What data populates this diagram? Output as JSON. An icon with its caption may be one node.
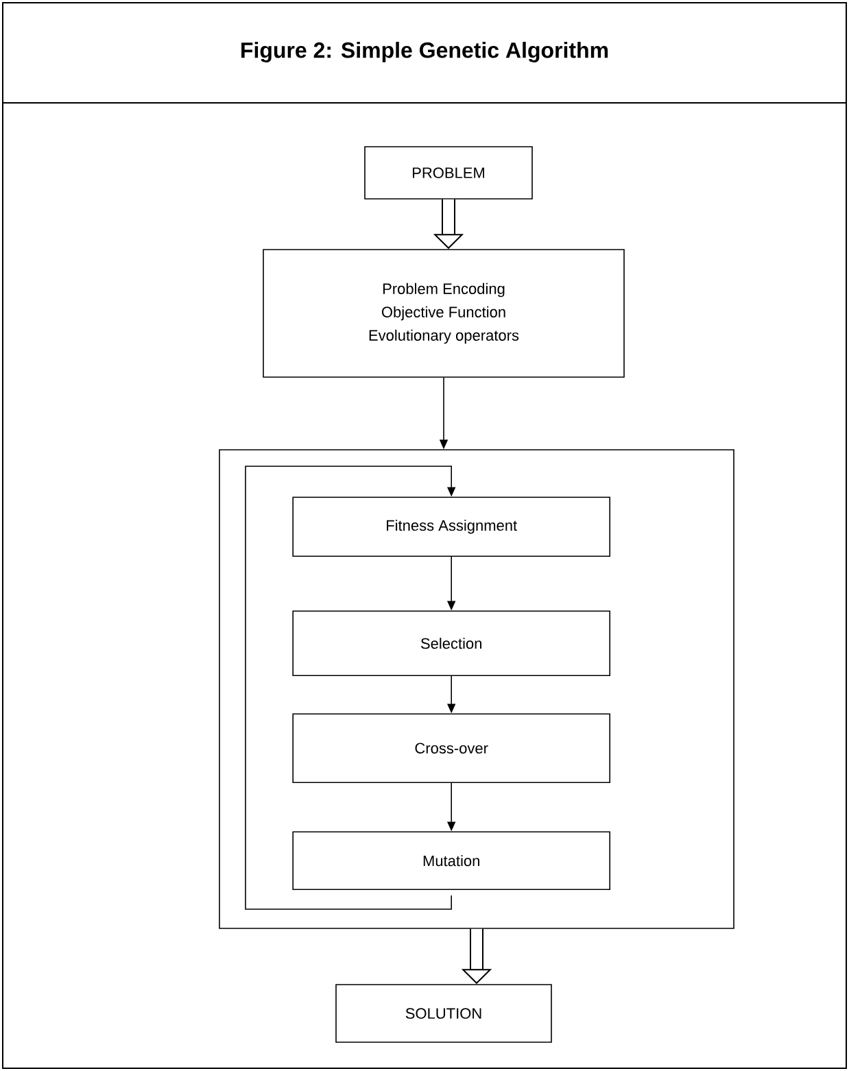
{
  "diagram": {
    "title": "Figure 2: Simple Genetic Algorithm",
    "nodes": [
      {
        "text": [
          "PROBLEM"
        ]
      },
      {
        "text": [
          "Problem Encoding",
          "Objective Function",
          "Evolutionary operators"
        ]
      },
      {
        "text": [],
        "shape": "box"
      },
      {
        "text": [
          "Fitness Assignment"
        ],
        "in": 2
      },
      {
        "text": [
          "Selection"
        ],
        "in": 2
      },
      {
        "text": [
          "Cross-over"
        ],
        "in": 2
      },
      {
        "text": [
          "Mutation"
        ],
        "in": 2
      },
      {
        "text": [
          "SOLUTION"
        ]
      }
    ],
    "edges": [
      {
        "from": 0,
        "to": 1,
        "arrow": "to",
        "style": "thick"
      },
      {
        "from": 1,
        "to": 2,
        "arrow": "to"
      },
      {
        "from": 3,
        "to": 4,
        "arrow": "to"
      },
      {
        "from": 4,
        "to": 5,
        "arrow": "to"
      },
      {
        "from": 5,
        "to": 6,
        "arrow": "to"
      },
      {
        "from": 6,
        "to": 3,
        "arrow": "to"
      },
      {
        "from": 2,
        "to": 7,
        "arrow": "to",
        "style": "thick"
      }
    ]
  }
}
